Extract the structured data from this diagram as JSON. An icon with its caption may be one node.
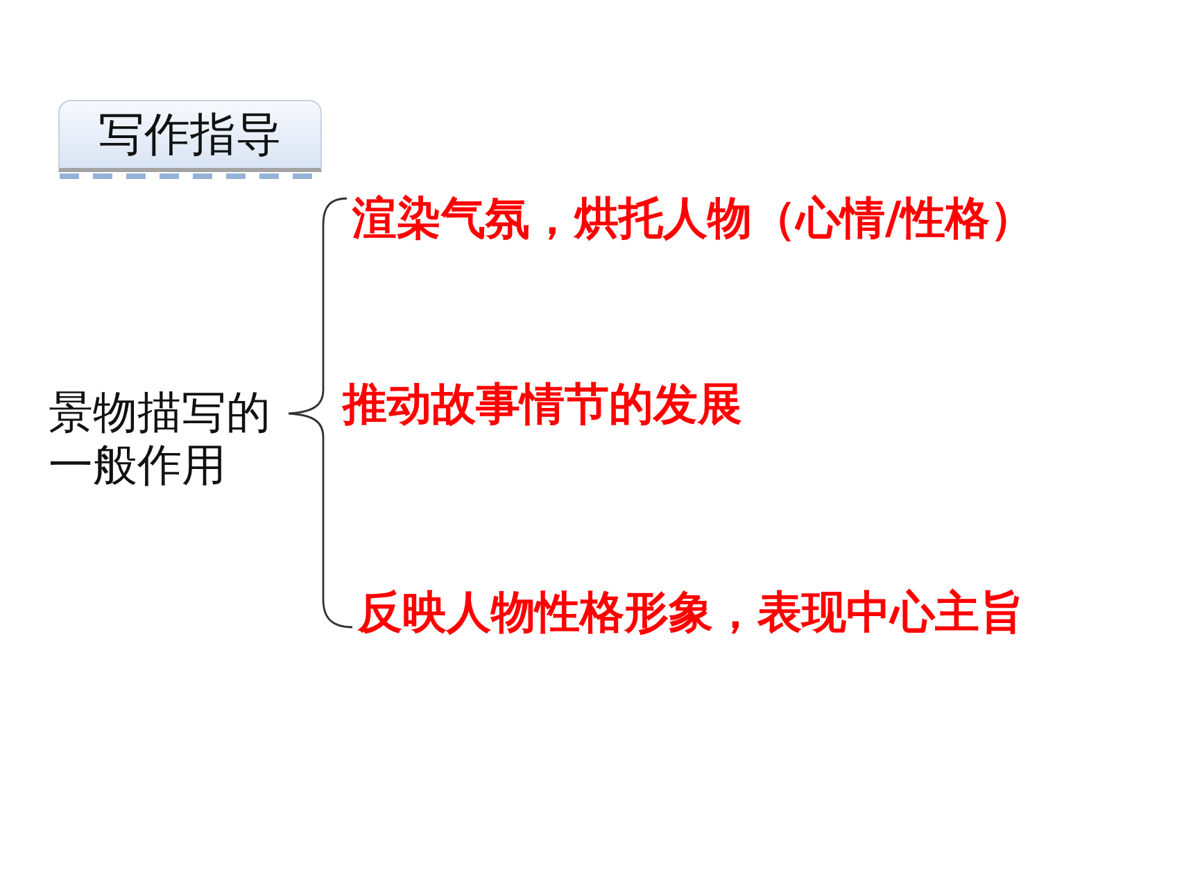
{
  "diagram": {
    "nodes": [
      {
        "text": [
          "写作指导"
        ]
      }
    ],
    "labels": [
      "景物描写的一般作用",
      "渲染气氛，烘托人物（心情/性格）",
      "推动故事情节的发展",
      "反映人物性格形象，表现中心主旨"
    ]
  }
}
